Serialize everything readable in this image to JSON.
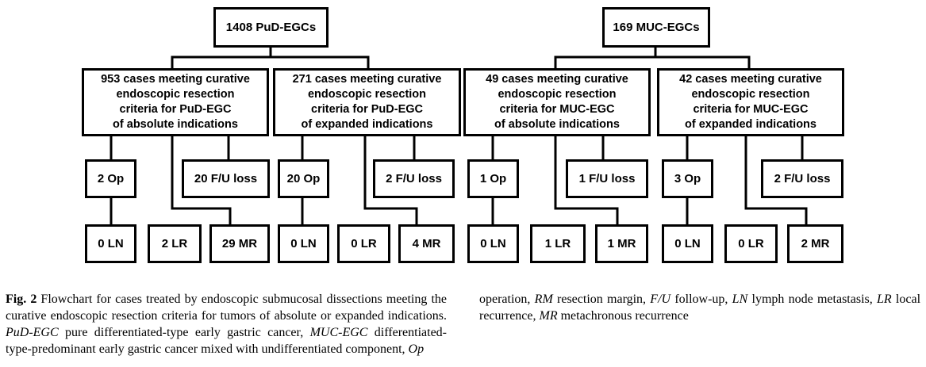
{
  "flowchart": {
    "pud": {
      "root": "1408 PuD-EGCs",
      "absolute": {
        "label": "953 cases meeting curative\nendoscopic resection\ncriteria for PuD-EGC\nof absolute indications",
        "op": "2 Op",
        "fu_loss": "20 F/U loss",
        "ln": "0 LN",
        "lr": "2 LR",
        "mr": "29 MR"
      },
      "expanded": {
        "label": "271 cases meeting curative\nendoscopic resection\ncriteria for PuD-EGC\nof expanded indications",
        "op": "20 Op",
        "fu_loss": "2 F/U loss",
        "ln": "0 LN",
        "lr": "0 LR",
        "mr": "4 MR"
      }
    },
    "muc": {
      "root": "169 MUC-EGCs",
      "absolute": {
        "label": "49 cases meeting curative\nendoscopic resection\ncriteria for MUC-EGC\nof absolute indications",
        "op": "1 Op",
        "fu_loss": "1 F/U loss",
        "ln": "0 LN",
        "lr": "1 LR",
        "mr": "1 MR"
      },
      "expanded": {
        "label": "42 cases meeting curative\nendoscopic resection\ncriteria for MUC-EGC\nof expanded indications",
        "op": "3 Op",
        "fu_loss": "2 F/U loss",
        "ln": "0 LN",
        "lr": "0 LR",
        "mr": "2 MR"
      }
    }
  },
  "caption": {
    "fig_label": "Fig. 2",
    "text_1": " Flowchart for cases treated by endoscopic submucosal dissections meeting the curative endoscopic resection criteria for tumors of absolute or expanded indications. ",
    "abbr_pud": "PuD-EGC",
    "text_2": " pure differentiated-type early gastric cancer, ",
    "abbr_muc": "MUC-EGC",
    "text_3": " differentiated-type-predominant early gastric cancer mixed with undifferentiated component, ",
    "abbr_op": "Op",
    "text_4": " operation, ",
    "abbr_rm": "RM",
    "text_5": " resection margin, ",
    "abbr_fu": "F/U",
    "text_6": " follow-up, ",
    "abbr_ln": "LN",
    "text_7": " lymph node metastasis, ",
    "abbr_lr": "LR",
    "text_8": " local recurrence, ",
    "abbr_mr": "MR",
    "text_9": " metachronous recurrence"
  }
}
